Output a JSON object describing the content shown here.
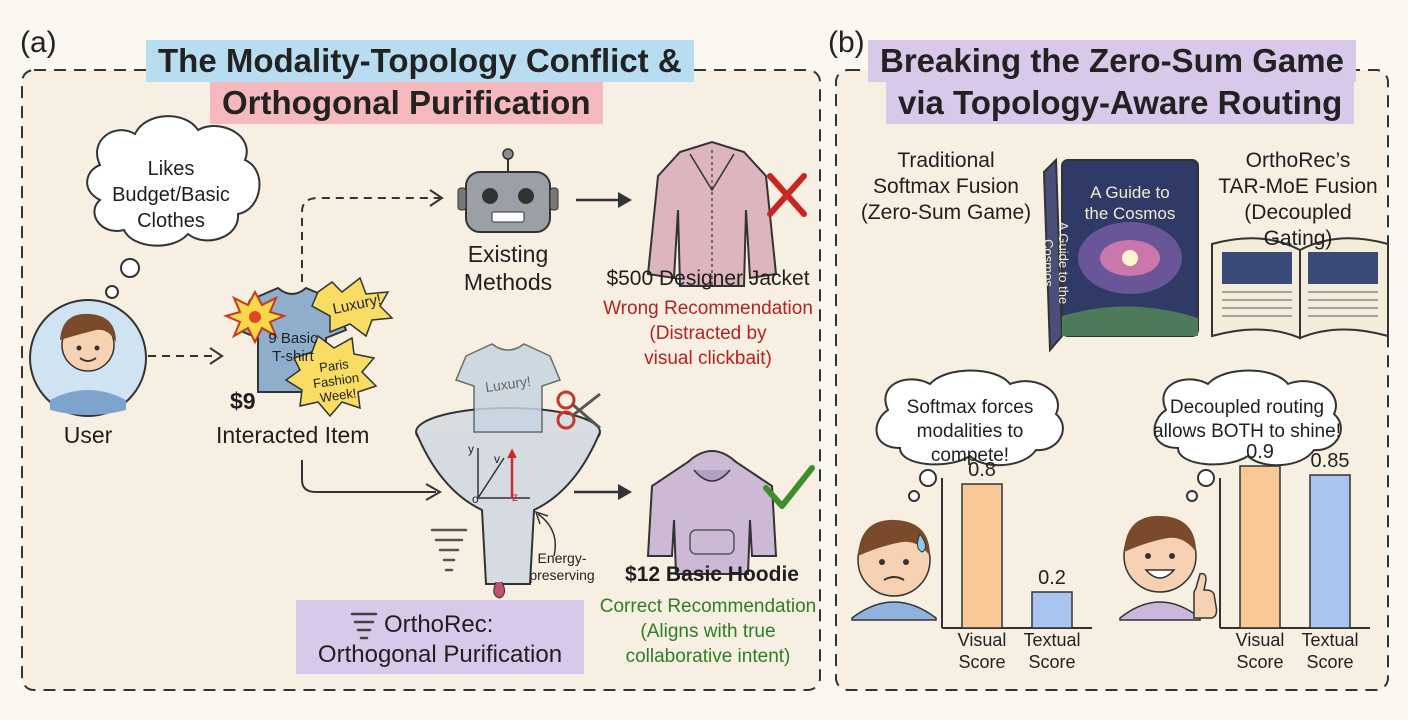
{
  "panel_a": {
    "tag": "(a)",
    "title_line1": "The Modality-Topology Conflict &",
    "title_line2": "Orthogonal Purification",
    "user_thought": [
      "Likes",
      "Budget/Basic",
      "Clothes"
    ],
    "user_label": "User",
    "item_shirt_text": [
      "9 Basic",
      "T-shirt"
    ],
    "badge_luxury": "Luxury!",
    "badge_paris": [
      "Paris",
      "Fashion",
      "Week!"
    ],
    "item_price": "$9",
    "item_label": "Interacted Item",
    "existing_label": [
      "Existing",
      "Methods"
    ],
    "jacket_label": "$500 Designer Jacket",
    "wrong_rec": [
      "Wrong Recommendation",
      "(Distracted by",
      "visual clickbait)"
    ],
    "funnel_shirt_text": "Luxury!",
    "axis_y": "y",
    "axis_v": "v",
    "axis_o": "o",
    "axis_z": "z",
    "energy_label": [
      "Energy-",
      "preserving"
    ],
    "hoodie_label": "$12 Basic Hoodie",
    "correct_rec": [
      "Correct Recommendation",
      "(Aligns with true",
      "collaborative intent)"
    ],
    "orthorec_line1": "OrthoRec:",
    "orthorec_line2": "Orthogonal Purification"
  },
  "panel_b": {
    "tag": "(b)",
    "title_line1": "Breaking the Zero-Sum Game",
    "title_line2": "via Topology-Aware Routing",
    "trad_label": [
      "Traditional",
      "Softmax Fusion",
      "(Zero-Sum Game)"
    ],
    "ortho_label": [
      "OrthoRec’s",
      "TAR-MoE Fusion",
      "(Decoupled Gating)"
    ],
    "book_title": [
      "A Guide to",
      "the Cosmos"
    ],
    "book_spine": "A Guide to the Cosmos",
    "thought_left": [
      "Softmax forces",
      "modalities to compete!"
    ],
    "thought_right": [
      "Decoupled routing",
      "allows BOTH to shine!"
    ]
  },
  "chart_data": [
    {
      "type": "bar",
      "categories": [
        "Visual Score",
        "Textual Score"
      ],
      "values": [
        0.8,
        0.2
      ],
      "value_labels": [
        "0.8",
        "0.2"
      ],
      "ylim": [
        0,
        1
      ],
      "colors": [
        "#f8c996",
        "#a9c4ee"
      ]
    },
    {
      "type": "bar",
      "categories": [
        "Visual Score",
        "Textual Score"
      ],
      "values": [
        0.9,
        0.85
      ],
      "value_labels": [
        "0.9",
        "0.85"
      ],
      "ylim": [
        0,
        1
      ],
      "colors": [
        "#f8c996",
        "#a9c4ee"
      ]
    }
  ],
  "colors": {
    "wrong": "#b52222",
    "correct": "#2f7d24",
    "title_blue": "#b9ddf0",
    "title_pink": "#f4b8bd",
    "title_purple": "#d8c8ea"
  }
}
